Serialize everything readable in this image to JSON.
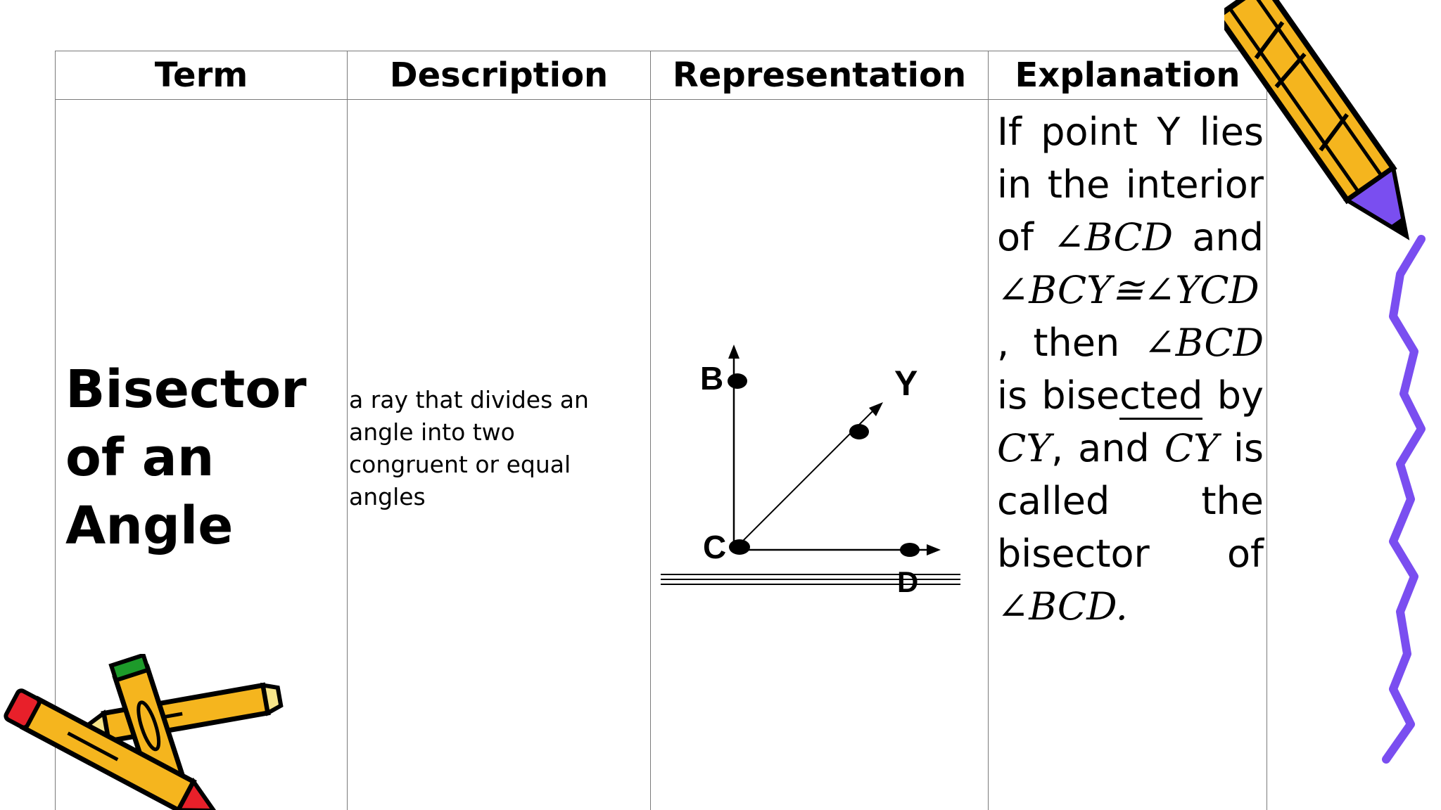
{
  "table": {
    "headers": [
      "Term",
      "Description",
      "Representation",
      "Explanation"
    ],
    "term": {
      "line1": "Bisector",
      "line2": "of an",
      "line3": "Angle"
    },
    "description": "a ray that divides an angle into two congruent or equal angles",
    "diagram_labels": {
      "b": "B",
      "c": "C",
      "d": "D",
      "y": "Y"
    },
    "explanation": {
      "p1": "If point Y lies in the interior of ",
      "m1": "∠BCD",
      "p2": " and ",
      "m2": "∠BCY≅∠YCD",
      "p3": " , then ",
      "m3": "∠BCD",
      "p4": " is bise",
      "p4u": "cted",
      "p5": " by ",
      "m4": "CY",
      "p6": ", and ",
      "m5": "CY",
      "p7": " is called the bisector of ",
      "m6": "∠BCD."
    }
  },
  "colors": {
    "pencil_yellow": "#f5b51e",
    "eraser_red": "#e8202a",
    "pencil_green": "#1d9a2a",
    "squiggle_purple": "#7a4ef0"
  },
  "clipart": [
    "pencils-clipart",
    "pencil-clipart",
    "squiggle-line"
  ]
}
